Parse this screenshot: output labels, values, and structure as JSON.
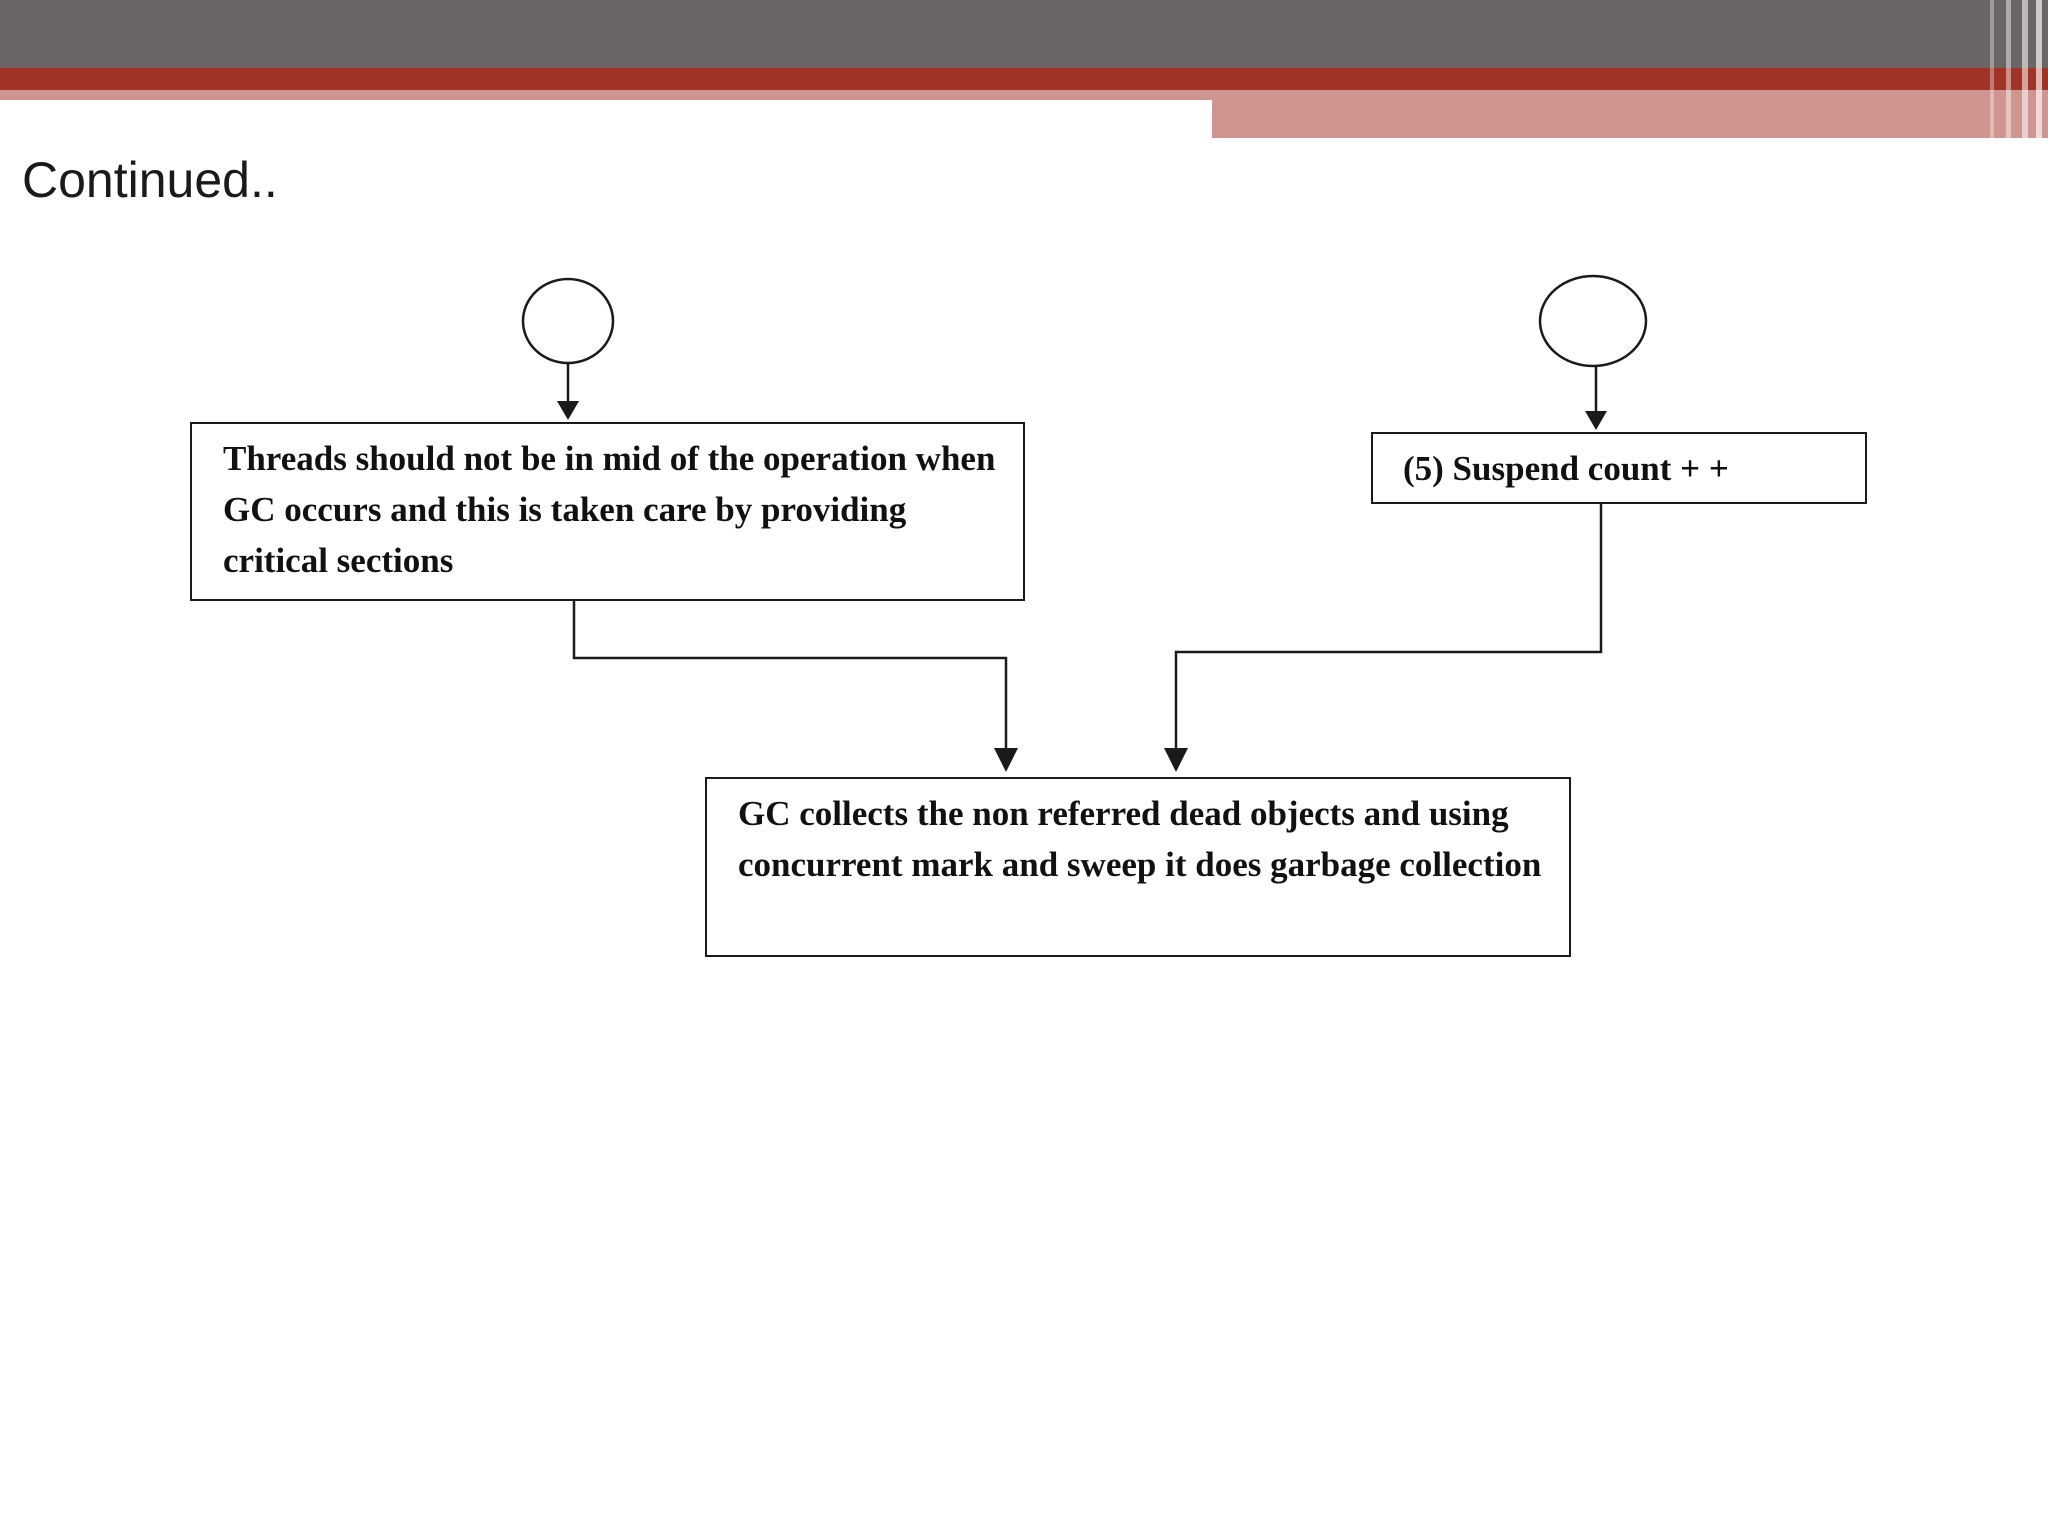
{
  "slide": {
    "title": "Continued..",
    "accent_colors": {
      "header_gray": "#6b6566",
      "header_red": "#a03325",
      "header_pink": "#cf9590"
    }
  },
  "diagram": {
    "start_nodes": [
      {
        "id": "start-left",
        "shape": "circle"
      },
      {
        "id": "start-right",
        "shape": "circle"
      }
    ],
    "boxes": {
      "threads_critical": "Threads should not be in mid of the operation when GC occurs and this is taken care by providing critical sections",
      "suspend_count": "(5) Suspend count + +",
      "gc_collects": "GC collects the non referred dead objects and using concurrent mark and sweep it does garbage collection"
    },
    "edges": [
      {
        "from": "start-left",
        "to": "threads_critical"
      },
      {
        "from": "start-right",
        "to": "suspend_count"
      },
      {
        "from": "threads_critical",
        "to": "gc_collects"
      },
      {
        "from": "suspend_count",
        "to": "gc_collects"
      }
    ]
  }
}
